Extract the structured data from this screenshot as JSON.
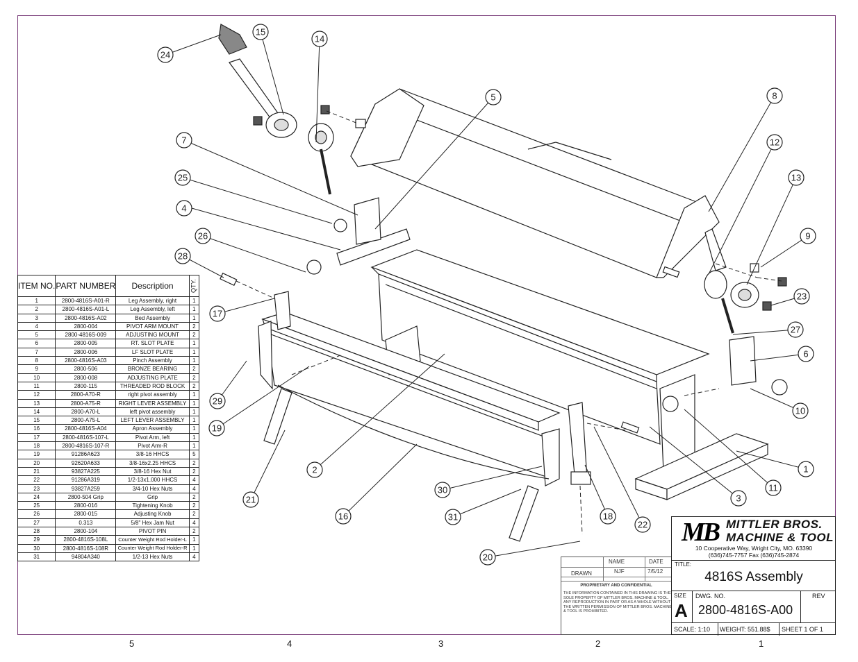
{
  "bom": {
    "headers": {
      "item": "ITEM NO.",
      "part": "PART NUMBER",
      "desc": "Description",
      "qty": "QTY."
    },
    "rows": [
      {
        "item": "1",
        "part": "2800-4816S-A01-R",
        "desc": "Leg Assembly, right",
        "qty": "1"
      },
      {
        "item": "2",
        "part": "2800-4816S-A01-L",
        "desc": "Leg Assembly, left",
        "qty": "1"
      },
      {
        "item": "3",
        "part": "2800-4816S-A02",
        "desc": "Bed Assembly",
        "qty": "1"
      },
      {
        "item": "4",
        "part": "2800-004",
        "desc": "PIVOT ARM MOUNT",
        "qty": "2"
      },
      {
        "item": "5",
        "part": "2800-4816S-009",
        "desc": "ADJUSTING MOUNT",
        "qty": "2"
      },
      {
        "item": "6",
        "part": "2800-005",
        "desc": "RT. SLOT PLATE",
        "qty": "1"
      },
      {
        "item": "7",
        "part": "2800-006",
        "desc": "LF SLOT PLATE",
        "qty": "1"
      },
      {
        "item": "8",
        "part": "2800-4816S-A03",
        "desc": "Pinch Assembly",
        "qty": "1"
      },
      {
        "item": "9",
        "part": "2800-506",
        "desc": "BRONZE BEARING",
        "qty": "2"
      },
      {
        "item": "10",
        "part": "2800-008",
        "desc": "ADJUSTING PLATE",
        "qty": "2"
      },
      {
        "item": "11",
        "part": "2800-115",
        "desc": "THREADED ROD BLOCK",
        "qty": "2"
      },
      {
        "item": "12",
        "part": "2800-A70-R",
        "desc": "right pivot assembly",
        "qty": "1"
      },
      {
        "item": "13",
        "part": "2800-A75-R",
        "desc": "RIGHT LEVER ASSEMBLY",
        "qty": "1"
      },
      {
        "item": "14",
        "part": "2800-A70-L",
        "desc": "left pivot assembly",
        "qty": "1"
      },
      {
        "item": "15",
        "part": "2800-A75-L",
        "desc": "LEFT LEVER ASSEMBLY",
        "qty": "1"
      },
      {
        "item": "16",
        "part": "2800-4816S-A04",
        "desc": "Apron Assembly",
        "qty": "1"
      },
      {
        "item": "17",
        "part": "2800-4816S-107-L",
        "desc": "Pivot Arm, left",
        "qty": "1"
      },
      {
        "item": "18",
        "part": "2800-4816S-107-R",
        "desc": "Pivot Arm-R",
        "qty": "1"
      },
      {
        "item": "19",
        "part": "91286A623",
        "desc": "3/8-16 HHCS",
        "qty": "5"
      },
      {
        "item": "20",
        "part": "92620A633",
        "desc": "3/8-16x2.25 HHCS",
        "qty": "2"
      },
      {
        "item": "21",
        "part": "93827A225",
        "desc": "3/8-16 Hex Nut",
        "qty": "2"
      },
      {
        "item": "22",
        "part": "91286A319",
        "desc": "1/2-13x1.000 HHCS",
        "qty": "4"
      },
      {
        "item": "23",
        "part": "93827A259",
        "desc": "3/4-10 Hex Nuts",
        "qty": "4"
      },
      {
        "item": "24",
        "part": "2800-504 Grip",
        "desc": "Grip",
        "qty": "2"
      },
      {
        "item": "25",
        "part": "2800-016",
        "desc": "Tightening Knob",
        "qty": "2"
      },
      {
        "item": "26",
        "part": "2800-015",
        "desc": "Adjusting Knob",
        "qty": "2"
      },
      {
        "item": "27",
        "part": "0.313",
        "desc": "5/8\" Hex Jam Nut",
        "qty": "4"
      },
      {
        "item": "28",
        "part": "2800-104",
        "desc": "PIVOT PIN",
        "qty": "2"
      },
      {
        "item": "29",
        "part": "2800-4816S-108L",
        "desc": "Counter Weight Rod Holder-L",
        "qty": "1"
      },
      {
        "item": "30",
        "part": "2800-4816S-108R",
        "desc": "Counter Weight Rod Holder-R",
        "qty": "1"
      },
      {
        "item": "31",
        "part": "94804A340",
        "desc": "1/2-13 Hex Nuts",
        "qty": "4"
      }
    ]
  },
  "zones": [
    "5",
    "4",
    "3",
    "2",
    "1"
  ],
  "drawn_block": {
    "name_label": "NAME",
    "date_label": "DATE",
    "drawn_label": "DRAWN",
    "drawn_name": "NJF",
    "drawn_date": "7/5/12",
    "proprietary_title": "PROPRIETARY AND CONFIDENTIAL",
    "proprietary_text": "THE INFORMATION CONTAINED IN THIS DRAWING IS THE SOLE PROPERTY OF MITTLER BROS. MACHINE & TOOL. ANY REPRODUCTION IN PART OR AS A WHOLE WITHOUT THE WRITTEN PERMISSION OF MITTLER BROS. MACHINE & TOOL IS PROHIBITED."
  },
  "title_block": {
    "logo_mark": "MB",
    "company_line1": "MITTLER BROS.",
    "company_line2": "MACHINE & TOOL",
    "address": "10 Cooperative Way, Wright City, MO. 63390",
    "phone": "(636)745-7757  Fax (636)745-2874",
    "title_label": "TITLE:",
    "title": "4816S Assembly",
    "size_label": "SIZE",
    "size": "A",
    "dwg_label": "DWG.  NO.",
    "dwg_no": "2800-4816S-A00",
    "rev_label": "REV",
    "scale": "SCALE: 1:10",
    "weight": "WEIGHT: 551.88$",
    "sheet": "SHEET 1 OF 1"
  },
  "balloons": [
    "1",
    "2",
    "3",
    "4",
    "5",
    "6",
    "7",
    "8",
    "9",
    "10",
    "11",
    "12",
    "13",
    "14",
    "15",
    "16",
    "17",
    "18",
    "19",
    "20",
    "21",
    "22",
    "23",
    "24",
    "25",
    "26",
    "27",
    "28",
    "29",
    "30",
    "31"
  ],
  "colors": {
    "frame": "#7a3d7a",
    "line": "#222222"
  }
}
